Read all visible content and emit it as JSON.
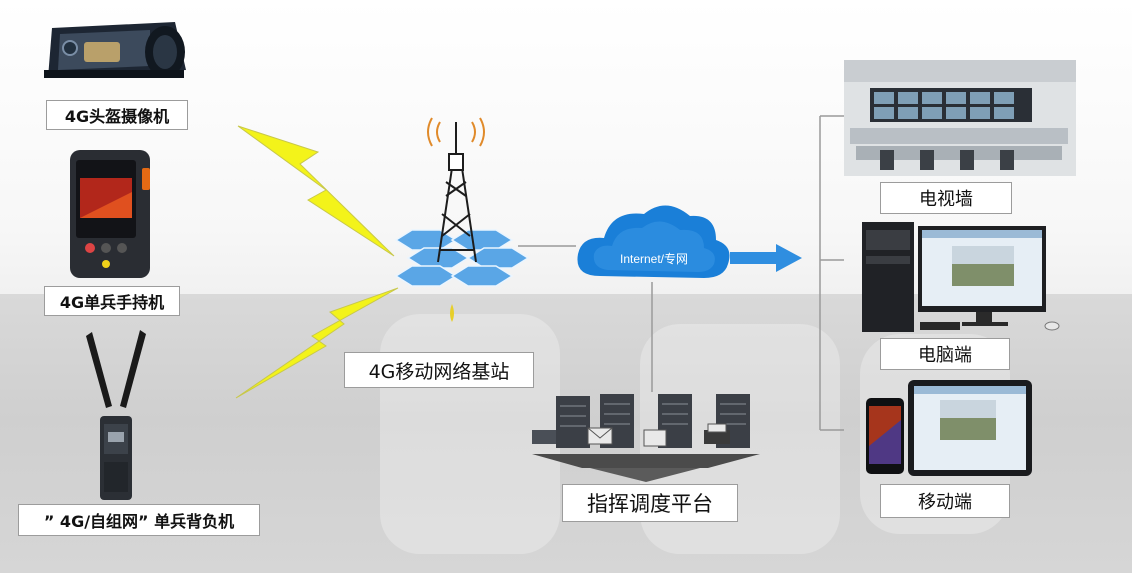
{
  "devices": {
    "helmet_camera": "4G头盔摄像机",
    "handheld": "4G单兵手持机",
    "backpack": "” 4G/自组网” 单兵背负机"
  },
  "network": {
    "base_station": "4G移动网络基站",
    "cloud": "Internet/专网"
  },
  "platform": {
    "dispatch": "指挥调度平台"
  },
  "terminals": {
    "video_wall": "电视墙",
    "pc": "电脑端",
    "mobile": "移动端"
  },
  "colors": {
    "lightning": "#f3f31a",
    "cloud": "#1a7fd8",
    "hex_tile": "#5aa6e6",
    "arrow": "#2f8ee0"
  }
}
